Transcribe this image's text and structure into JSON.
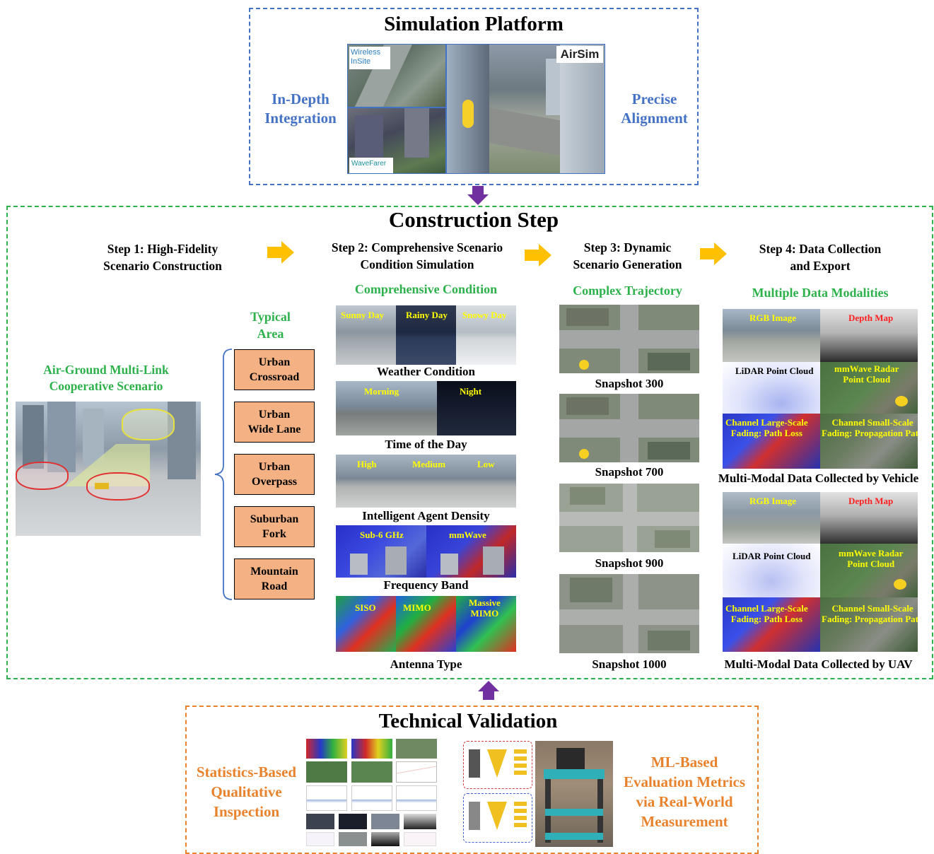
{
  "simulation": {
    "title": "Simulation Platform",
    "left_l1": "In-Depth",
    "left_l2": "Integration",
    "right_l1": "Precise",
    "right_l2": "Alignment",
    "logo_wireless_l1": "Wireless",
    "logo_wireless_l2": "InSite",
    "logo_airsim": "AirSim",
    "logo_wavefarer": "WaveFarer"
  },
  "construction": {
    "title": "Construction Step",
    "steps": [
      {
        "l1": "Step 1: High-Fidelity",
        "l2": "Scenario Construction"
      },
      {
        "l1": "Step 2: Comprehensive Scenario",
        "l2": "Condition Simulation"
      },
      {
        "l1": "Step 3: Dynamic",
        "l2": "Scenario Generation"
      },
      {
        "l1": "Step 4: Data Collection",
        "l2": "and Export"
      }
    ],
    "scenario_l1": "Air-Ground Multi-Link",
    "scenario_l2": "Cooperative Scenario",
    "typical_l1": "Typical",
    "typical_l2": "Area",
    "areas": [
      {
        "l1": "Urban",
        "l2": "Crossroad"
      },
      {
        "l1": "Urban",
        "l2": "Wide Lane"
      },
      {
        "l1": "Urban",
        "l2": "Overpass"
      },
      {
        "l1": "Suburban",
        "l2": "Fork"
      },
      {
        "l1": "Mountain",
        "l2": "Road"
      }
    ],
    "condition_header": "Comprehensive Condition",
    "weather": {
      "caption": "Weather Condition",
      "labels": [
        "Sunny Day",
        "Rainy Day",
        "Snowy Day"
      ]
    },
    "time": {
      "caption": "Time of the Day",
      "labels": [
        "Morning",
        "Night"
      ]
    },
    "density": {
      "caption": "Intelligent Agent Density",
      "labels": [
        "High",
        "Medium",
        "Low"
      ]
    },
    "band": {
      "caption": "Frequency Band",
      "labels": [
        "Sub-6 GHz",
        "mmWave"
      ]
    },
    "antenna": {
      "caption": "Antenna Type",
      "labels": [
        "SISO",
        "MIMO",
        "Massive",
        "MIMO"
      ]
    },
    "trajectory_header": "Complex Trajectory",
    "snapshots": [
      "Snapshot 300",
      "Snapshot 700",
      "Snapshot 900",
      "Snapshot 1000"
    ],
    "modalities_header": "Multiple Data Modalities",
    "modal_labels": {
      "rgb": "RGB Image",
      "depth": "Depth Map",
      "lidar": "LiDAR Point Cloud",
      "radar_l1": "mmWave Radar",
      "radar_l2": "Point Cloud",
      "large_l1": "Channel Large-Scale",
      "large_l2": "Fading: Path Loss",
      "small_l1": "Channel Small-Scale",
      "small_l2": "Fading: Propagation Path"
    },
    "vehicle_caption": "Multi-Modal Data Collected by Vehicle",
    "uav_caption": "Multi-Modal Data Collected by UAV"
  },
  "validation": {
    "title": "Technical Validation",
    "left_l1": "Statistics-Based",
    "left_l2": "Qualitative",
    "left_l3": "Inspection",
    "right_l1": "ML-Based",
    "right_l2": "Evaluation Metrics",
    "right_l3": "via Real-World",
    "right_l4": "Measurement"
  },
  "colors": {
    "blue_box": "#4472c4",
    "green_box": "#2db14b",
    "orange_box": "#e8822c",
    "purple_arrow": "#7030a0",
    "yellow_arrow": "#ffc000",
    "area_fill": "#f4b183"
  }
}
